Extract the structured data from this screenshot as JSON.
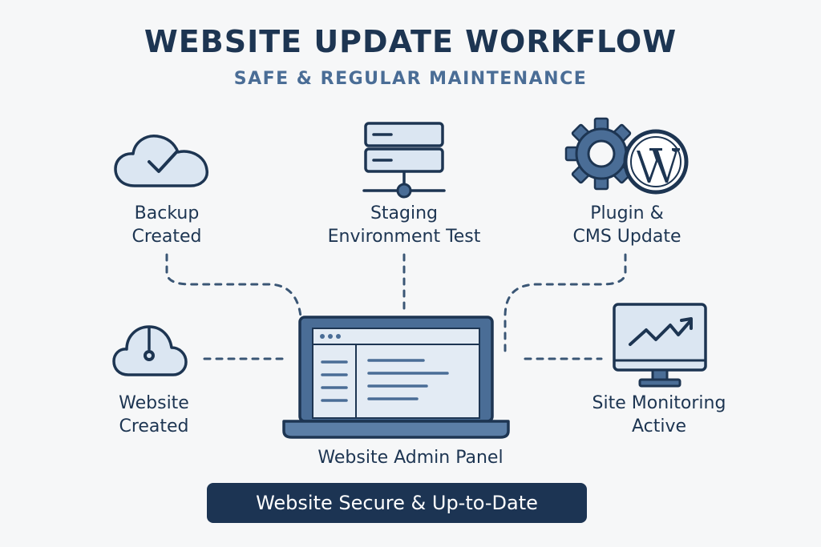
{
  "header": {
    "title": "WEBSITE UPDATE WORKFLOW",
    "subtitle": "SAFE & REGULAR MAINTENANCE"
  },
  "nodes": {
    "backup": {
      "line1": "Backup",
      "line2": "Created"
    },
    "staging": {
      "line1": "Staging",
      "line2": "Environment Test"
    },
    "plugin": {
      "line1": "Plugin &",
      "line2": "CMS Update"
    },
    "website": {
      "line1": "Website",
      "line2": "Created"
    },
    "monitoring": {
      "line1": "Site Monitoring",
      "line2": "Active"
    }
  },
  "center": {
    "label": "Website Admin Panel"
  },
  "footer": {
    "badge": "Website Secure & Up-to-Date"
  },
  "icons": {
    "backup": "cloud-check-icon",
    "staging": "server-stack-icon",
    "plugin_gear": "gear-icon",
    "plugin_cms": "wordpress-logo-icon",
    "website": "cloud-gauge-icon",
    "monitoring": "monitor-chart-icon",
    "center": "laptop-icon"
  },
  "colors": {
    "navy": "#1d3552",
    "accent": "#4a6d96",
    "light_fill": "#dbe6f2",
    "badge_bg": "#1c3453"
  }
}
